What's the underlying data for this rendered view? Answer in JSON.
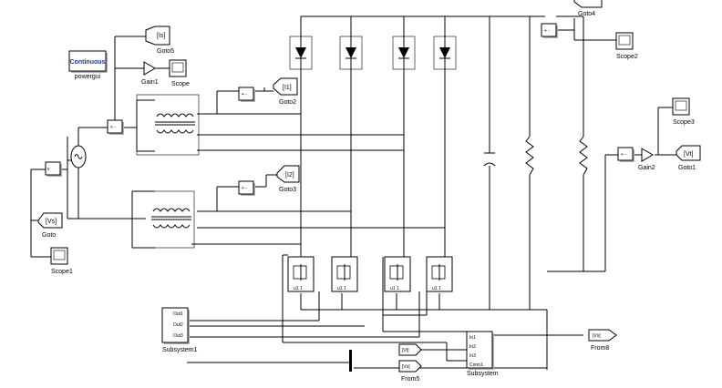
{
  "blocks": {
    "powergui": {
      "text": "Continuous",
      "label": "powergui"
    },
    "goto5": {
      "tag": "[Is]",
      "label": "Goto5"
    },
    "gain1": {
      "label": "Gain1"
    },
    "scope": {
      "label": "Scope"
    },
    "goto2": {
      "tag": "[I1]",
      "label": "Goto2"
    },
    "goto3": {
      "tag": "[I2]",
      "label": "Goto3"
    },
    "goto": {
      "tag": "[Vs]",
      "label": "Goto"
    },
    "scope1": {
      "label": "Scope1"
    },
    "scope2": {
      "label": "Scope2"
    },
    "goto4": {
      "label": "Goto4"
    },
    "scope3": {
      "label": "Scope3"
    },
    "gain2": {
      "label": "Gain2"
    },
    "goto1": {
      "tag": "[Vt]",
      "label": "Goto1"
    },
    "subsystem1": {
      "ports": [
        "Out1",
        "Out2",
        "Out3"
      ],
      "label": "Subsystem1"
    },
    "subsystem": {
      "ports": [
        "In1",
        "In2",
        "In3",
        "Conn1"
      ],
      "label": "Subsystem"
    },
    "from5": {
      "tag": "[Vt]",
      "tag2": "[Vs]",
      "label": "From5"
    },
    "from8": {
      "tag": "[Vs]",
      "label": "From8"
    }
  },
  "switch_labels": [
    "u1 1",
    "u1 1",
    "u1 1",
    "u1 1"
  ],
  "sum_sign": "+ -",
  "vmeter_label": "v"
}
